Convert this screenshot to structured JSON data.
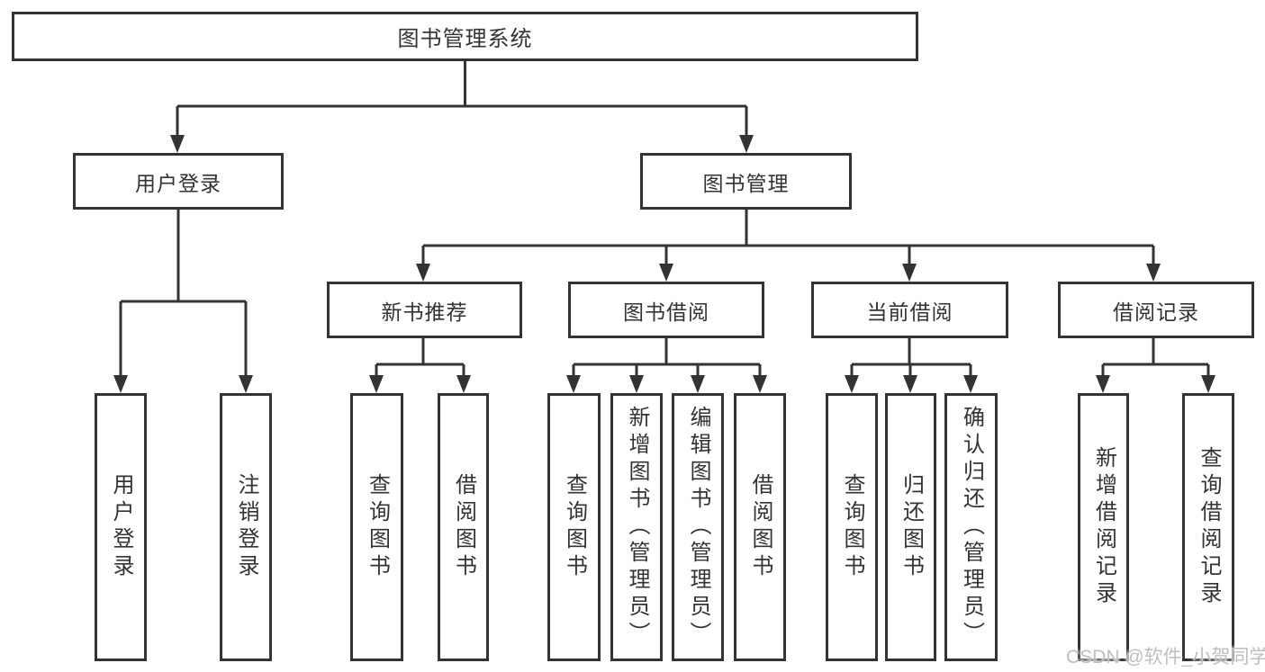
{
  "title": {
    "label": "图书管理系统"
  },
  "branches": [
    {
      "label": "用户登录",
      "children": [
        {
          "label": "用户登录"
        },
        {
          "label": "注销登录"
        }
      ]
    },
    {
      "label": "图书管理",
      "groups": [
        {
          "label": "新书推荐",
          "children": [
            {
              "label": "查询图书"
            },
            {
              "label": "借阅图书"
            }
          ]
        },
        {
          "label": "图书借阅",
          "children": [
            {
              "label": "查询图书"
            },
            {
              "label": "新增图书（管理员）"
            },
            {
              "label": "编辑图书（管理员）"
            },
            {
              "label": "借阅图书"
            }
          ]
        },
        {
          "label": "当前借阅",
          "children": [
            {
              "label": "查询图书"
            },
            {
              "label": "归还图书"
            },
            {
              "label": "确认归还（管理员）"
            }
          ]
        },
        {
          "label": "借阅记录",
          "children": [
            {
              "label": "新增借阅记录"
            },
            {
              "label": "查询借阅记录"
            }
          ]
        }
      ]
    }
  ],
  "watermark": "CSDN @软件_小贺同学",
  "colors": {
    "line": "#333333",
    "text": "#333333",
    "box_background": "#ffffff",
    "watermark": "#bfbfbf",
    "page_background": "#ffffff"
  }
}
